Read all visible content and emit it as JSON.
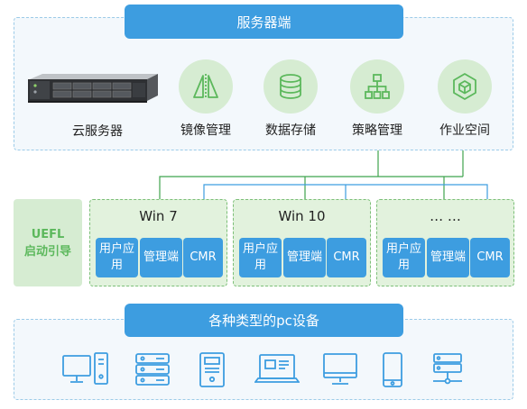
{
  "server": {
    "title": "服务器端",
    "cloud_label": "云服务器",
    "items": [
      {
        "label": "镜像管理",
        "icon": "mirror-icon"
      },
      {
        "label": "数据存储",
        "icon": "database-icon"
      },
      {
        "label": "策略管理",
        "icon": "hierarchy-icon"
      },
      {
        "label": "作业空间",
        "icon": "cube-icon"
      }
    ]
  },
  "boot": {
    "line1": "UEFL",
    "line2": "启动引导"
  },
  "os_groups": [
    {
      "title": "Win 7",
      "chips": [
        "用户应用",
        "管理端",
        "CMR"
      ]
    },
    {
      "title": "Win 10",
      "chips": [
        "用户应用",
        "管理端",
        "CMR"
      ]
    },
    {
      "title": "… …",
      "chips": [
        "用户应用",
        "管理端",
        "CMR"
      ]
    }
  ],
  "devices": {
    "title": "各种类型的pc设备",
    "icons": [
      "desktop-pc-icon",
      "server-rack-icon",
      "tower-pc-icon",
      "laptop-icon",
      "monitor-icon",
      "tablet-icon",
      "network-device-icon"
    ]
  },
  "colors": {
    "accent_blue": "#3d9de0",
    "green": "#5cb85c",
    "light_green": "#d6ecd2",
    "panel_bg": "#f3f8fc"
  }
}
